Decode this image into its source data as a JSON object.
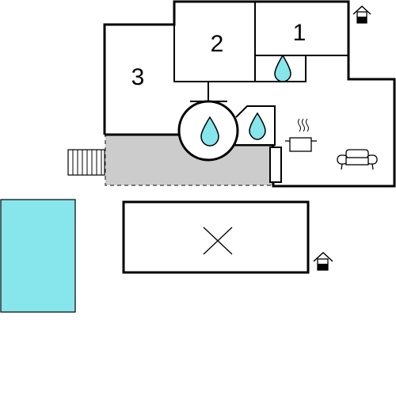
{
  "floorplan": {
    "rooms": [
      {
        "number": "1"
      },
      {
        "number": "2"
      },
      {
        "number": "3"
      }
    ],
    "icons": {
      "entrance": "house-entrance-icon",
      "water": "water-drop-icon",
      "hot_tub": "whirlpool-icon",
      "kitchen": "cooking-pot-icon",
      "living": "sofa-icon",
      "stairs": "stairs-icon",
      "carport": "cross-icon"
    },
    "colors": {
      "walls": "#000000",
      "terrace": "#cccccc",
      "water": "#87e5ec",
      "pool": "#87e5ec",
      "background": "#ffffff"
    }
  }
}
